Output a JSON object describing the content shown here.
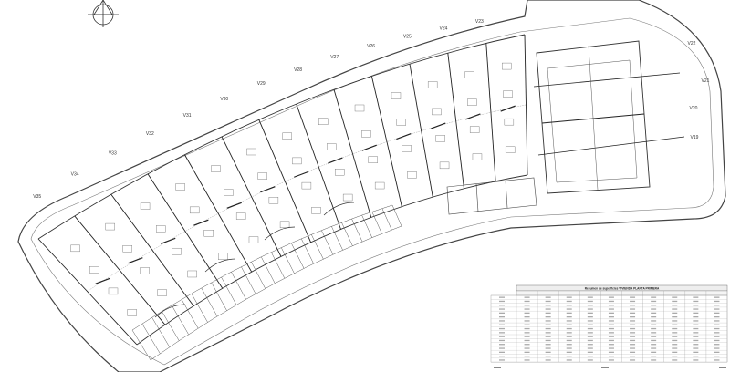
{
  "plan": {
    "line_color": "#333333",
    "background": "#ffffff",
    "north_arrow_icon": "north-arrow-icon",
    "units_row": [
      "V35",
      "V34",
      "V33",
      "V32",
      "V31",
      "V30",
      "V29",
      "V28",
      "V27",
      "V26",
      "V25",
      "V24",
      "V23"
    ],
    "units_block": [
      "V22",
      "V21",
      "V20",
      "V19"
    ]
  },
  "table": {
    "title": "Resumen de superficies VIVIENDA PLANTA PRIMERA",
    "row_count": 17,
    "column_count": 10
  }
}
